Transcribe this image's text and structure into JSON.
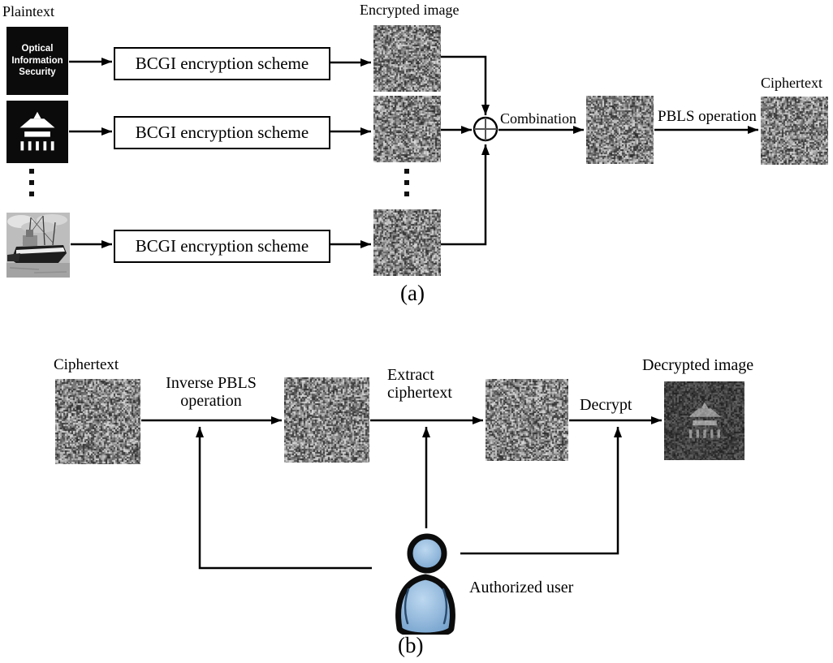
{
  "panel_a": {
    "plaintext_label": "Plaintext",
    "encrypted_image_label": "Encrypted image",
    "input_image_1_text": "Optical Information Security",
    "encryption_boxes": [
      "BCGI encryption scheme",
      "BCGI encryption scheme",
      "BCGI encryption scheme"
    ],
    "combination_label": "Combination",
    "pbls_operation_label": "PBLS operation",
    "ciphertext_label": "Ciphertext",
    "caption": "(a)"
  },
  "panel_b": {
    "ciphertext_label": "Ciphertext",
    "inverse_pbls_label": "Inverse PBLS operation",
    "extract_ciphertext_label": "Extract ciphertext",
    "decrypt_label": "Decrypt",
    "decrypted_image_label": "Decrypted image",
    "authorized_user_label": "Authorized user",
    "caption": "(b)"
  },
  "icons": {
    "xor": "circled-plus (XOR combiner)",
    "vertical_ellipsis": "more-items",
    "lamp_glyph": "hanging-lamp pictogram",
    "ship_photo": "grayscale ship photograph",
    "authorized_user": "blue person silhouette"
  },
  "colors": {
    "background": "#ffffff",
    "line": "#000000",
    "user_fill": "#7aa7d4",
    "user_fill_light": "#bdd8f0",
    "noise_mid_gray": "#8a8a8a"
  }
}
